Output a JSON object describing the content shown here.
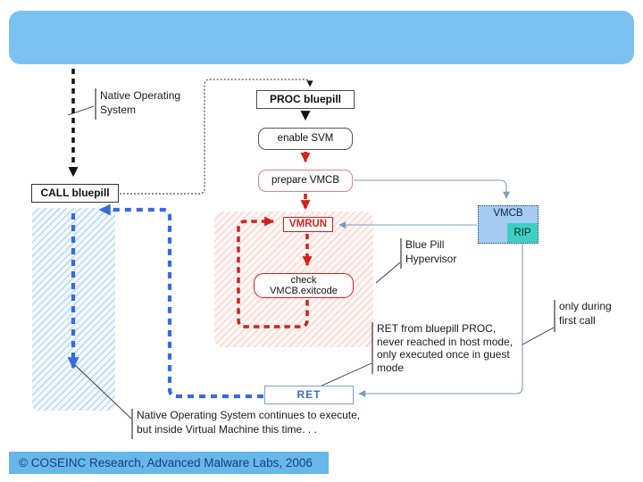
{
  "slide": {
    "header": {
      "title": "",
      "bg": "#7cc2f1"
    },
    "footer": {
      "text": "© COSEINC Research, Advanced Malware Labs, 2006",
      "bg": "#67b7eb",
      "color": "#1c3e78"
    }
  },
  "flowchart": {
    "nodes": {
      "proc_bluepill": "PROC bluepill",
      "enable_svm": "enable SVM",
      "prepare_vmcb": "prepare VMCB",
      "vmrun": "VMRUN",
      "check_exitcode_line1": "check",
      "check_exitcode_line2": "VMCB.exitcode",
      "call_bluepill": "CALL bluepill",
      "vmcb": "VMCB",
      "rip": "RIP",
      "ret": "RET"
    },
    "labels": {
      "native_os_line1": "Native Operating",
      "native_os_line2": "System",
      "hypervisor_line1": "Blue Pill",
      "hypervisor_line2": "Hypervisor",
      "only_during_line1": "only during",
      "only_during_line2": "first call",
      "ret_note_line1": "RET from bluepill PROC,",
      "ret_note_line2": "never reached in host mode,",
      "ret_note_line3": "only executed once in guest",
      "ret_note_line4": "mode",
      "continues_line1": "Native Operating System continues to execute,",
      "continues_line2": "but inside Virtual Machine this time. . ."
    },
    "colors": {
      "black_arrow": "#111111",
      "red_accent": "#d2211a",
      "blue_dashed_arrow": "#3a6bdb",
      "thin_connector": "#7b9cc0",
      "vmcb_fill": "#a6cbf2",
      "rip_fill": "#3fcfbf",
      "salmon_border": "#e4837b",
      "blue_hatch_region": "#8abde2",
      "pink_hatch_region": "#ebaa9e"
    }
  }
}
